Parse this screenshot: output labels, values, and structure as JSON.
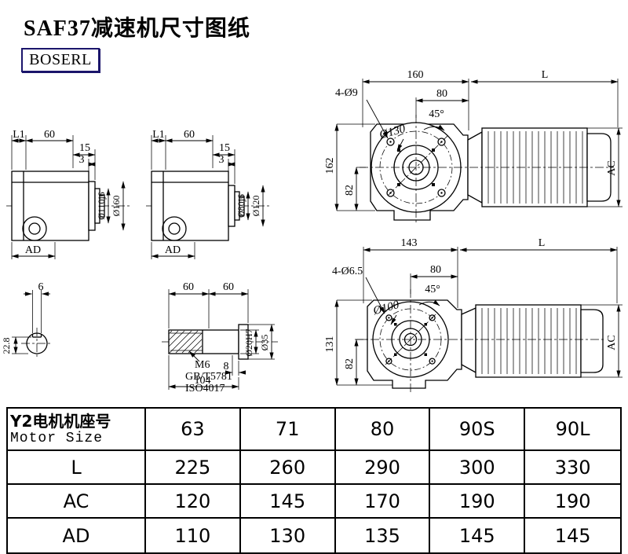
{
  "page": {
    "title": "SAF37减速机尺寸图纸",
    "logo": "BOSERL"
  },
  "views": {
    "flange160": {
      "l1": "L1",
      "len60": "60",
      "len15": "15",
      "len3": "3",
      "spigot": "Ø110j6",
      "flange": "Ø160",
      "ad": "AD"
    },
    "flange120": {
      "l1": "L1",
      "len60": "60",
      "len15": "15",
      "len3": "3",
      "spigot": "Ø80j6",
      "flange": "Ø120",
      "ad": "AD"
    },
    "assemblyTop": {
      "width": "160",
      "motor_len": "L",
      "holes": "4-Ø9",
      "half": "80",
      "angle": "45°",
      "bolt_circle": "Ø130",
      "height": "162",
      "axis": "82",
      "motor_dia": "AC"
    },
    "assemblyBottom": {
      "width": "143",
      "motor_len": "L",
      "holes": "4-Ø6.5",
      "half": "80",
      "angle": "45°",
      "bolt_circle": "Ø100",
      "height": "131",
      "axis": "82",
      "motor_dia": "AC"
    },
    "keySection": {
      "key_width": "6",
      "depth": "22.8"
    },
    "shaft": {
      "len_a": "60",
      "len_b": "60",
      "thread": "M6",
      "std1": "GB/T5781",
      "std2": "ISO4017",
      "relief": "8",
      "length": "104",
      "bore": "Ø20H7",
      "hub": "Ø35"
    }
  },
  "table": {
    "header_cn": "Y2电机机座号",
    "header_en": "Motor Size",
    "columns": [
      "63",
      "71",
      "80",
      "90S",
      "90L"
    ],
    "rows": [
      {
        "label": "L",
        "values": [
          "225",
          "260",
          "290",
          "300",
          "330"
        ]
      },
      {
        "label": "AC",
        "values": [
          "120",
          "145",
          "170",
          "190",
          "190"
        ]
      },
      {
        "label": "AD",
        "values": [
          "110",
          "130",
          "135",
          "145",
          "145"
        ]
      }
    ]
  }
}
